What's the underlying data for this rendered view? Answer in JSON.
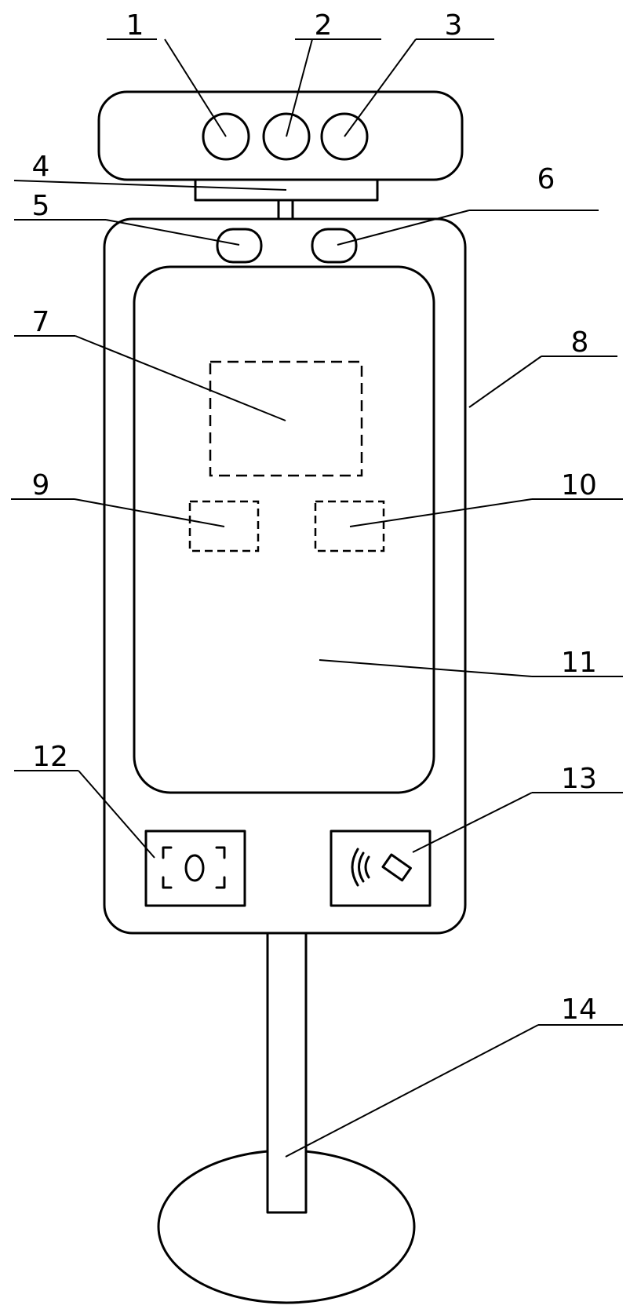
{
  "labels": {
    "l1": "1",
    "l2": "2",
    "l3": "3",
    "l4": "4",
    "l5": "5",
    "l6": "6",
    "l7": "7",
    "l8": "8",
    "l9": "9",
    "l10": "10",
    "l11": "11",
    "l12": "12",
    "l13": "13",
    "l14": "14"
  },
  "icons": {
    "scanner": "fingerprint-scanner-icon",
    "nfc": "nfc-card-reader-icon"
  },
  "colors": {
    "line": "#000000",
    "background": "#ffffff"
  }
}
